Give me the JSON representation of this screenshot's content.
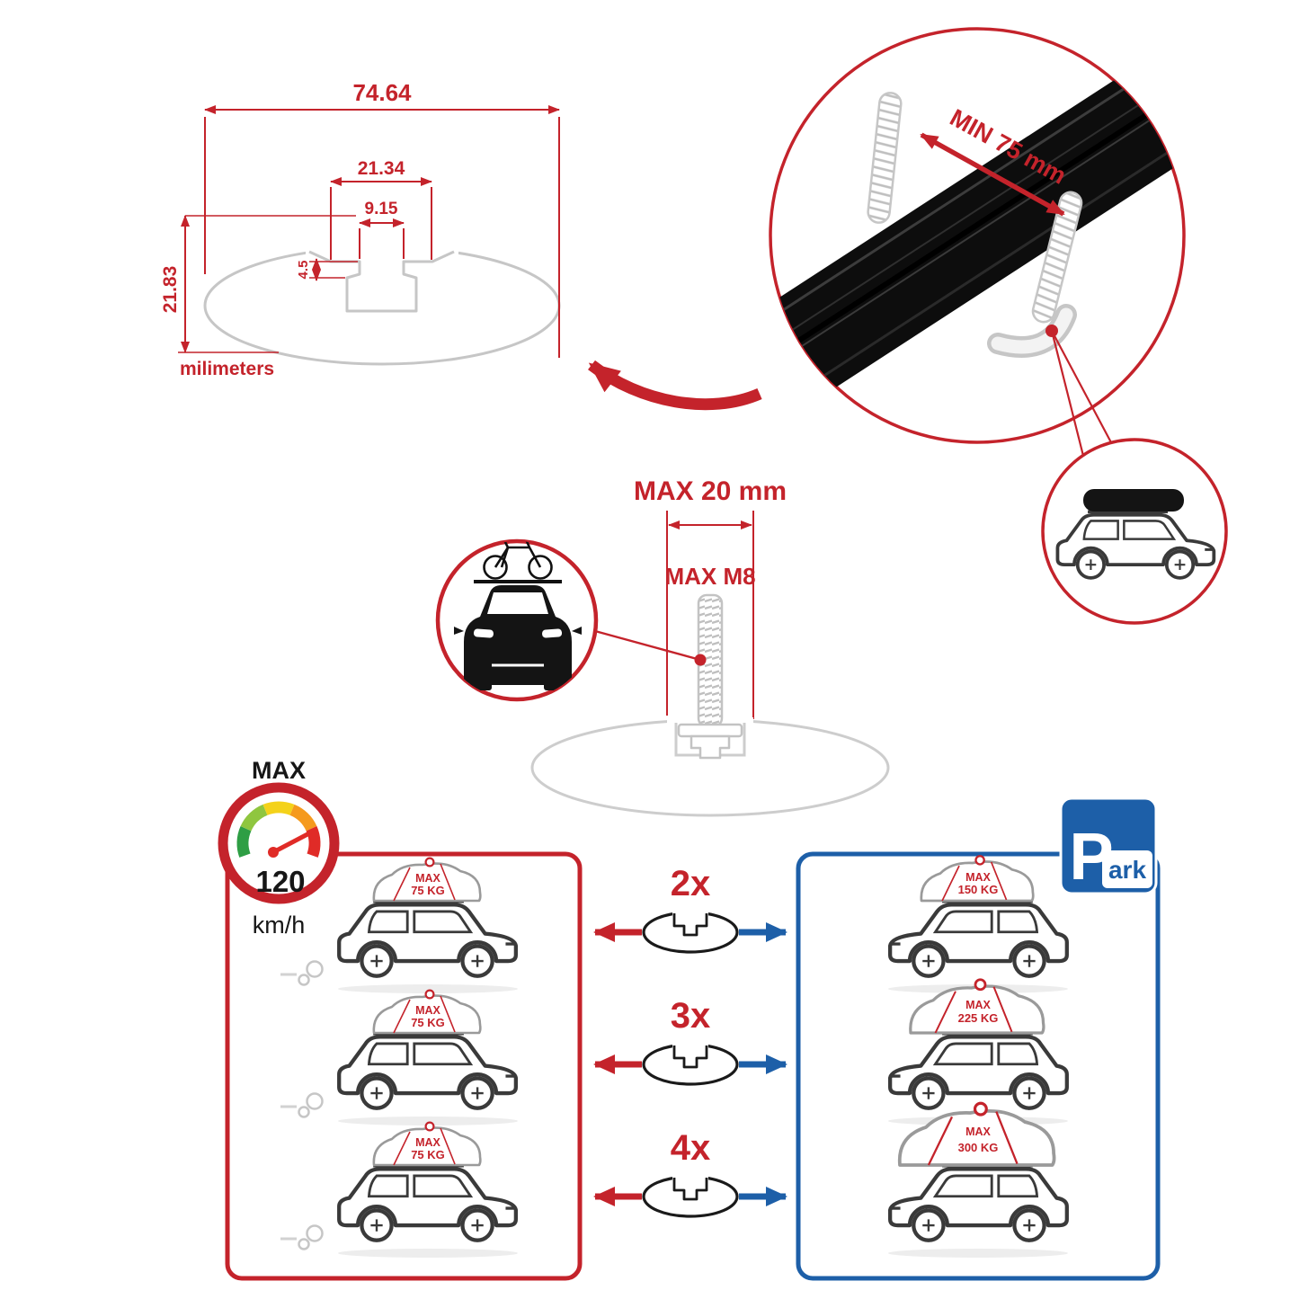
{
  "colors": {
    "accent_red": "#c4232b",
    "accent_blue": "#1d5fa8",
    "outline_grey": "#c6c6c6",
    "bar_black": "#0d0d0d"
  },
  "icons": [
    "crossbar-profile-icon",
    "crossbar-3d-icon",
    "u-bolt-icon",
    "suv-roofbox-icon",
    "bike-on-car-icon",
    "mounting-bolt-icon",
    "speedometer-icon",
    "parking-sign-icon",
    "driving-car-icon",
    "parked-car-icon",
    "crossbar-section-icon"
  ],
  "profile_diagram": {
    "total_width": "74.64",
    "channel_width": "21.34",
    "slot_width": "9.15",
    "slot_depth": "4.5",
    "total_height": "21.83",
    "units_label": "milimeters"
  },
  "clamp_diagram": {
    "min_gap_label": "MIN 75 mm"
  },
  "bolt_diagram": {
    "max_length_label": "MAX 20 mm",
    "max_thread_label": "MAX M8"
  },
  "speed_gauge": {
    "title": "MAX",
    "value": "120",
    "unit": "km/h"
  },
  "multipliers": [
    "2x",
    "3x",
    "4x"
  ],
  "driving_panel": {
    "loads": [
      {
        "label": "MAX",
        "value": "75 KG"
      },
      {
        "label": "MAX",
        "value": "75 KG"
      },
      {
        "label": "MAX",
        "value": "75 KG"
      }
    ]
  },
  "parking_panel": {
    "sign_letter": "P",
    "sign_suffix": "ark",
    "loads": [
      {
        "label": "MAX",
        "value": "150 KG"
      },
      {
        "label": "MAX",
        "value": "225 KG"
      },
      {
        "label": "MAX",
        "value": "300 KG"
      }
    ]
  }
}
